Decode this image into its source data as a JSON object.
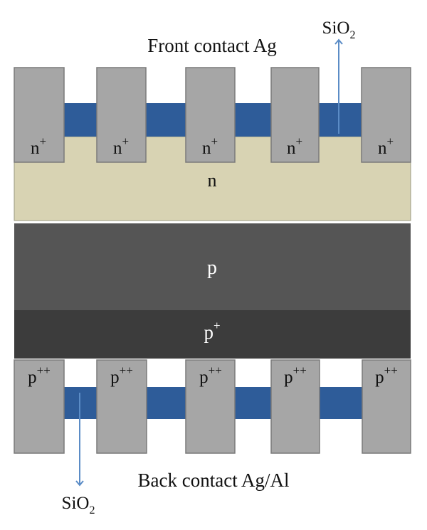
{
  "labels": {
    "front_contact": "Front contact Ag",
    "back_contact": "Back contact Ag/Al",
    "sio2_front": {
      "base": "SiO",
      "sub": "2"
    },
    "sio2_back": {
      "base": "SiO",
      "sub": "2"
    },
    "n_plus": {
      "base": "n",
      "sup": "+"
    },
    "p_plus_plus": {
      "base": "p",
      "sup": "++"
    },
    "p_plus": {
      "base": "p",
      "sup": "+"
    },
    "n_layer": "n",
    "p_layer": "p"
  },
  "colors": {
    "contact": "#a6a6a6",
    "oxide": "#2e5c99",
    "n_region": "#d8d3b3",
    "p_region": "#555555",
    "p_plus_region": "#3c3c3c",
    "arrow": "#5b8cc6",
    "outline": "#7a7a7a"
  }
}
